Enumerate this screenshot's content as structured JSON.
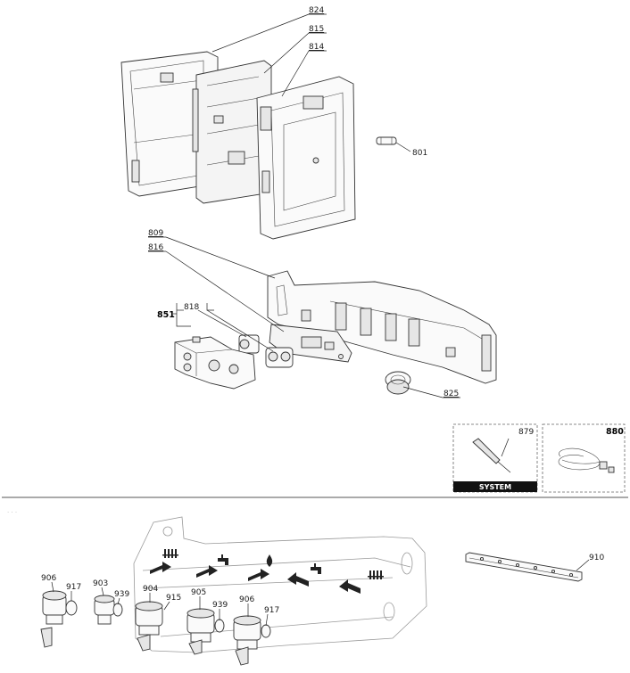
{
  "parts": {
    "p824": "824",
    "p815": "815",
    "p814": "814",
    "p801": "801",
    "p809": "809",
    "p816": "816",
    "p818": "818",
    "p851": "851",
    "p825": "825",
    "p879": "879",
    "p880": "880",
    "p906a": "906",
    "p917a": "917",
    "p903": "903",
    "p939a": "939",
    "p904": "904",
    "p915": "915",
    "p905": "905",
    "p939b": "939",
    "p906b": "906",
    "p917b": "917",
    "p910": "910"
  },
  "inset": {
    "system_label": "SYSTEM"
  },
  "icons": [
    "radiator-icon",
    "tap-icon",
    "gas-flame-icon",
    "tap-icon",
    "radiator-icon"
  ]
}
